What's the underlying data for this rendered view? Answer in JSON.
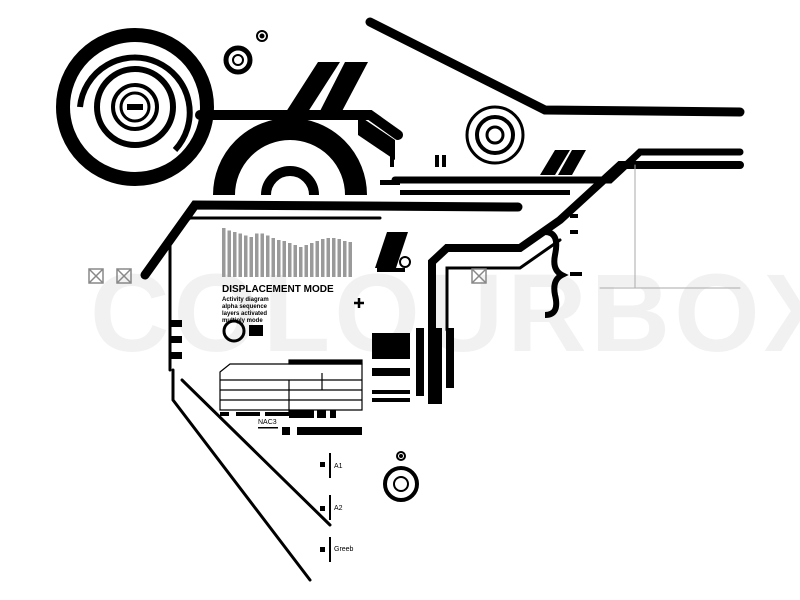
{
  "panel": {
    "title": "DISPLACEMENT MODE",
    "lines": [
      "Activity diagram",
      "alpha sequence",
      "layers activated",
      "multiply mode"
    ]
  },
  "labels": {
    "nac": "NAC3",
    "a1": "A1",
    "a2": "A2",
    "greeb": "Greeb"
  },
  "equalizer_levels": [
    0.98,
    0.93,
    0.9,
    0.87,
    0.83,
    0.8,
    0.87,
    0.87,
    0.83,
    0.78,
    0.74,
    0.72,
    0.68,
    0.64,
    0.6,
    0.64,
    0.68,
    0.72,
    0.76,
    0.78,
    0.78,
    0.76,
    0.72,
    0.7
  ],
  "watermark": "COLOURBOX",
  "colors": {
    "ink": "#000000",
    "bars": "#9a9a9a",
    "paper": "#ffffff"
  }
}
